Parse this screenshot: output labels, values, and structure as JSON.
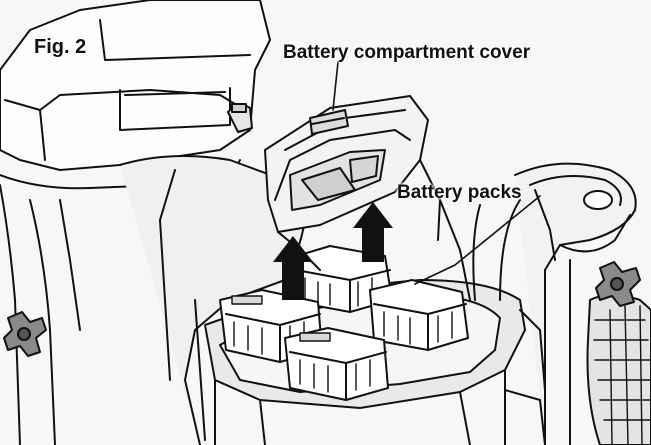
{
  "figure": {
    "figure_label": "Fig. 2",
    "callouts": [
      {
        "id": "cover",
        "text": "Battery compartment cover"
      },
      {
        "id": "packs",
        "text": "Battery packs"
      }
    ],
    "arrow_count": 2,
    "battery_pack_count": 4,
    "colors": {
      "line": "#111111",
      "background": "#f7f7f7",
      "arrow": "#111111"
    }
  }
}
